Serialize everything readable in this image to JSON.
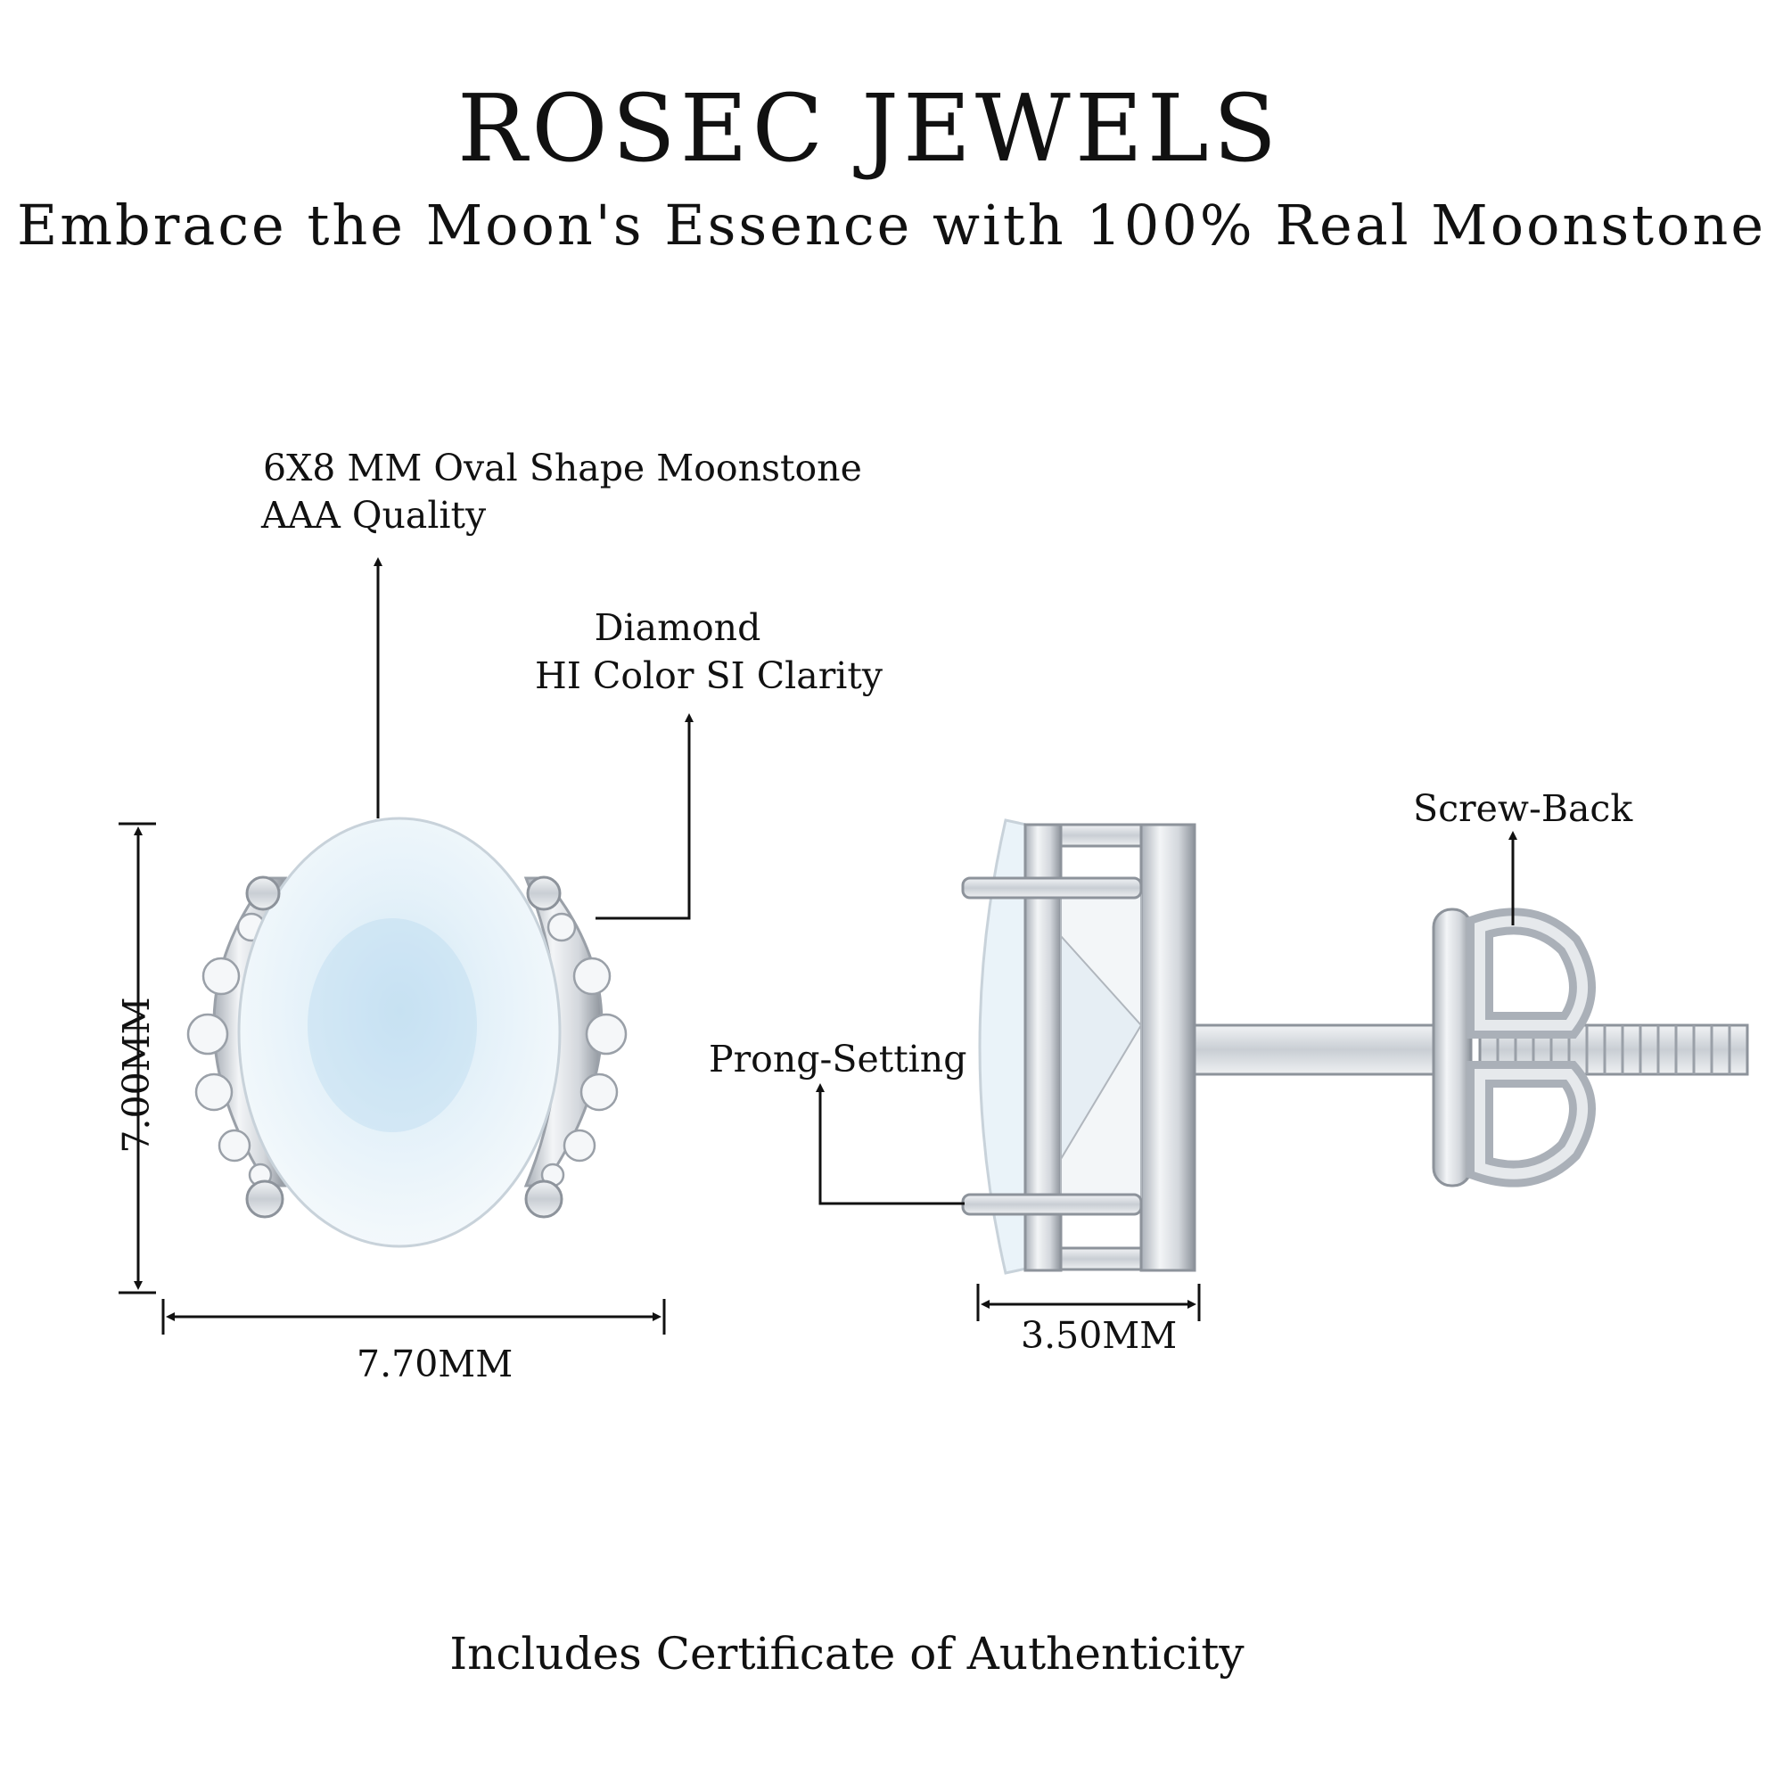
{
  "header": {
    "brand": "ROSEC JEWELS",
    "tagline": "Embrace the Moon's Essence with 100% Real Moonstone"
  },
  "callouts": {
    "stone_line1": "6X8 MM Oval Shape Moonstone",
    "stone_line2": "AAA Quality",
    "diamond_line1": "Diamond",
    "diamond_line2": "HI Color SI Clarity",
    "screw_back": "Screw-Back",
    "prong_setting": "Prong-Setting"
  },
  "dimensions": {
    "height": "7.00MM",
    "width": "7.70MM",
    "depth": "3.50MM"
  },
  "footer": {
    "certificate": "Includes Certificate of Authenticity"
  },
  "colors": {
    "text": "#111111",
    "metal": "#d9dde3",
    "metal_dark": "#8d939b",
    "moonstone": "#eef5fa",
    "moonstone_blue": "#b8d9ef"
  }
}
